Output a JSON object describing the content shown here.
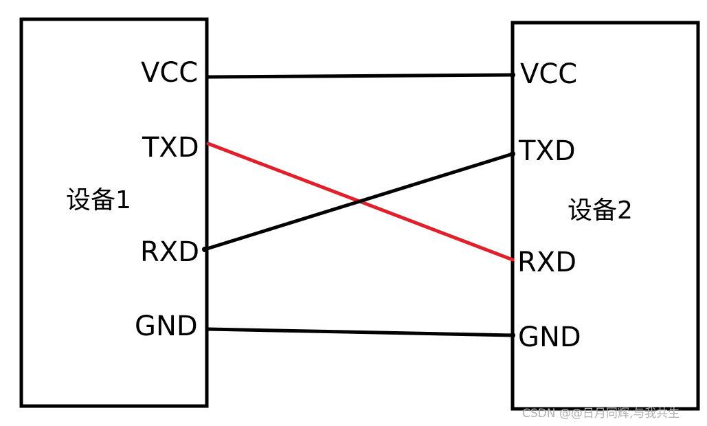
{
  "devices": {
    "left": {
      "label": "设备1",
      "pins": {
        "vcc": "VCC",
        "txd": "TXD",
        "rxd": "RXD",
        "gnd": "GND"
      }
    },
    "right": {
      "label": "设备2",
      "pins": {
        "vcc": "VCC",
        "txd": "TXD",
        "rxd": "RXD",
        "gnd": "GND"
      }
    }
  },
  "connections": [
    {
      "from": "设备1.VCC",
      "to": "设备2.VCC",
      "color": "#000000"
    },
    {
      "from": "设备1.TXD",
      "to": "设备2.RXD",
      "color": "#e0202a"
    },
    {
      "from": "设备1.RXD",
      "to": "设备2.TXD",
      "color": "#000000"
    },
    {
      "from": "设备1.GND",
      "to": "设备2.GND",
      "color": "#000000"
    }
  ],
  "colors": {
    "line": "#000000",
    "txd_cross": "#e0202a",
    "watermark": "#b0b0b0"
  },
  "watermark": "CSDN @@日月同辉,与我共生"
}
